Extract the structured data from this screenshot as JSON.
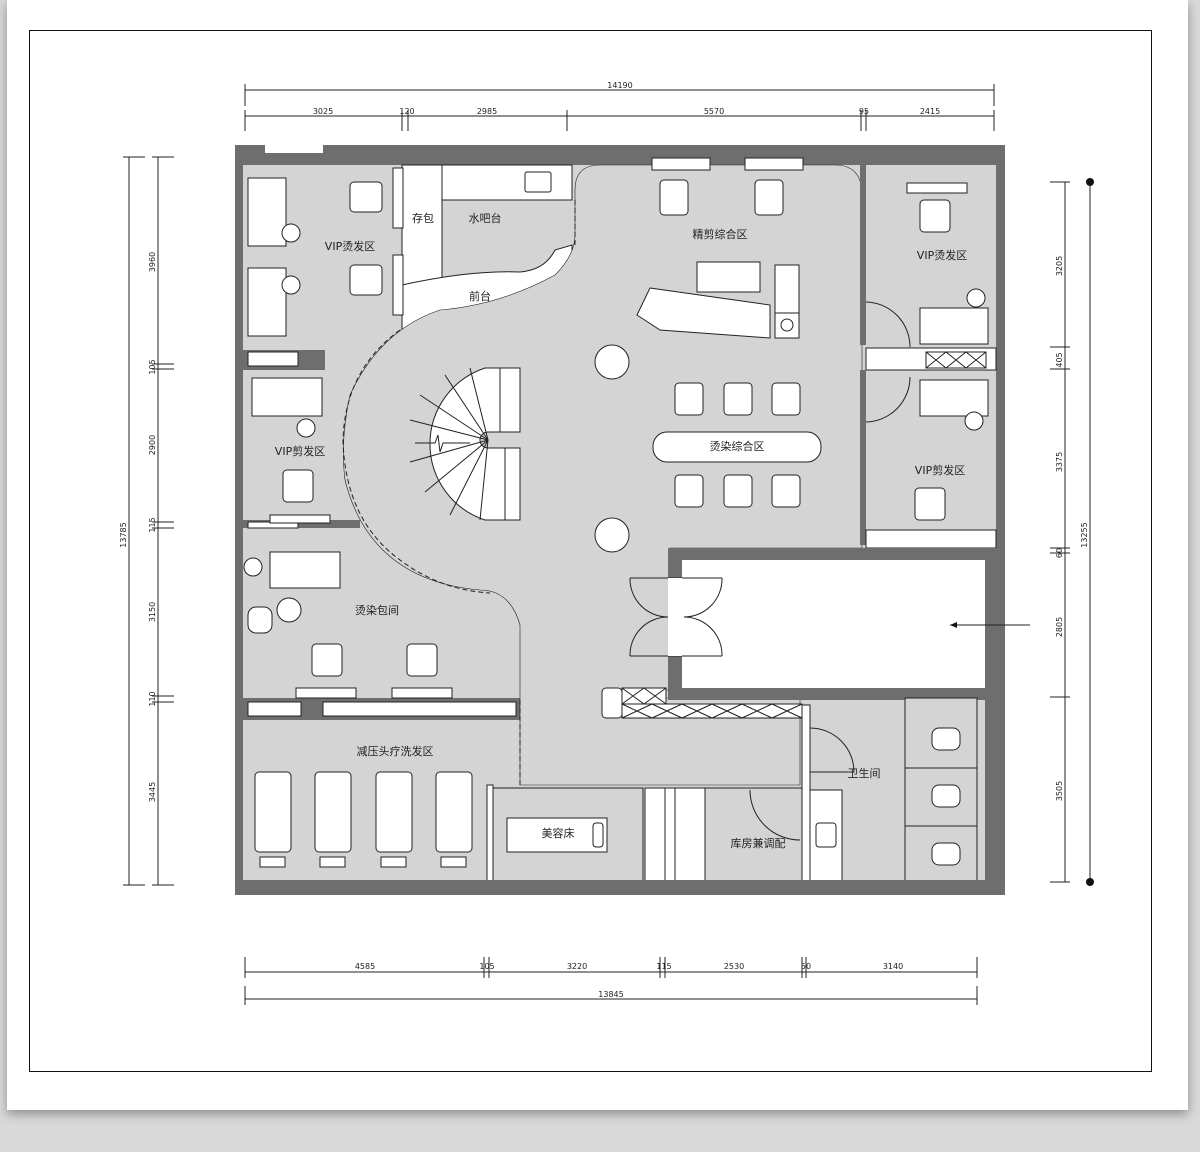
{
  "drawing": {
    "type": "floor plan",
    "rooms": {
      "vip_perm_left": "VIP烫发区",
      "storage": "存包",
      "water_bar": "水吧台",
      "reception": "前台",
      "precision_cut": "精剪综合区",
      "vip_perm_right": "VIP烫发区",
      "perm_dye": "烫染综合区",
      "vip_cut_left": "VIP剪发区",
      "vip_cut_right": "VIP剪发区",
      "perm_dye_private": "烫染包间",
      "head_spa_wash": "减压头疗洗发区",
      "beauty_bed": "美容床",
      "storage_mixing": "库房兼调配",
      "restroom": "卫生间"
    },
    "dimensions": {
      "top_total": "14190",
      "top_segments": [
        "3025",
        "120",
        "2985",
        "5570",
        "95",
        "2415"
      ],
      "bottom_segments": [
        "4585",
        "105",
        "3220",
        "115",
        "2530",
        "50",
        "3140"
      ],
      "bottom_total": "13845",
      "left_total": "13785",
      "left_segments": [
        "3960",
        "105",
        "2900",
        "115",
        "3150",
        "110",
        "3445"
      ],
      "right_total": "13255",
      "right_segments": [
        "3205",
        "405",
        "3375",
        "60",
        "2805",
        "3505"
      ]
    },
    "colors": {
      "wall": "#6e6e6e",
      "floor": "#d4d4d4",
      "background": "#d9d9d9",
      "sheet": "#ffffff"
    }
  }
}
